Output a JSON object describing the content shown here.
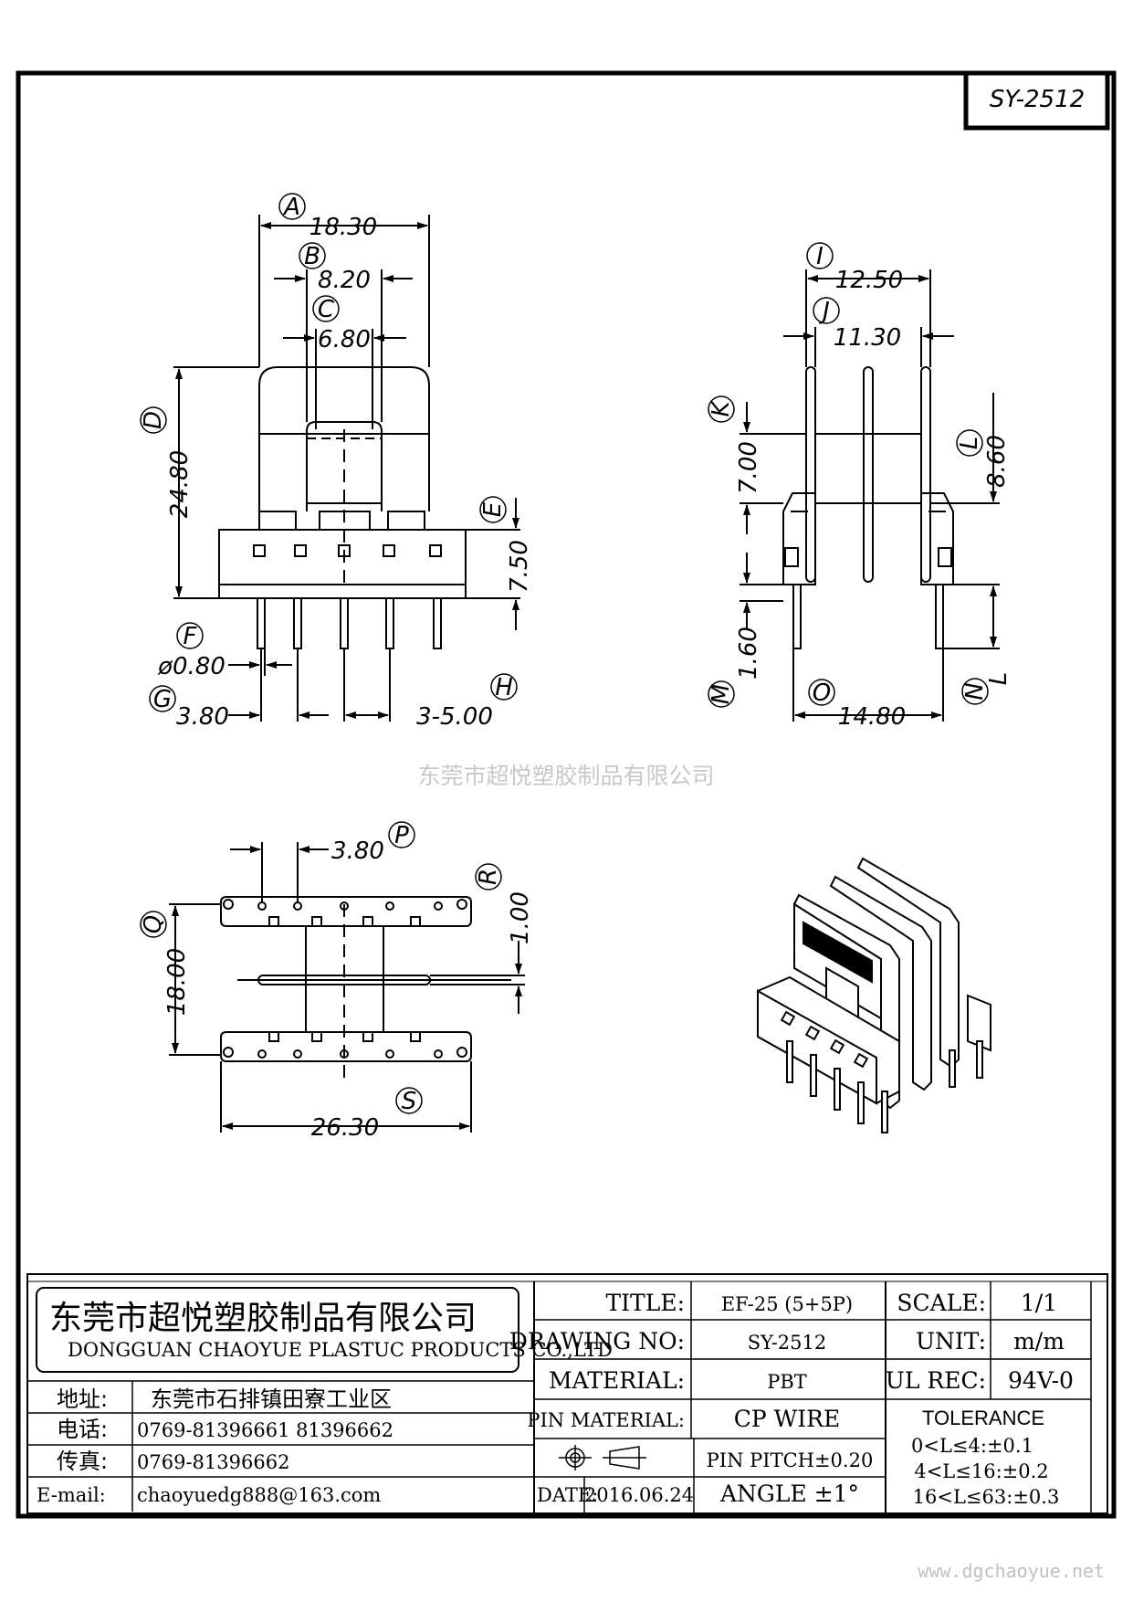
{
  "drawing_number_box": "SY-2512",
  "watermark": "东莞市超悦塑胶制品有限公司",
  "footer_url": "www.dgchaoyue.net",
  "front_view": {
    "A": {
      "letter": "A",
      "value": "18.30"
    },
    "B": {
      "letter": "B",
      "value": "8.20"
    },
    "C": {
      "letter": "C",
      "value": "6.80"
    },
    "D": {
      "letter": "D",
      "value": "24.80"
    },
    "E": {
      "letter": "E",
      "value": "7.50"
    },
    "F": {
      "letter": "F",
      "value": "ø0.80"
    },
    "G": {
      "letter": "G",
      "value": "3.80"
    },
    "H": {
      "letter": "H",
      "value": "3-5.00"
    }
  },
  "side_view": {
    "I": {
      "letter": "I",
      "value": "12.50"
    },
    "J": {
      "letter": "J",
      "value": "11.30"
    },
    "K": {
      "letter": "K",
      "value": "7.00"
    },
    "L": {
      "letter": "L",
      "value": "8.60"
    },
    "M": {
      "letter": "M",
      "value": "1.60"
    },
    "N": {
      "letter": "N",
      "value": "L"
    },
    "O": {
      "letter": "O",
      "value": "14.80"
    }
  },
  "bottom_view": {
    "P": {
      "letter": "P",
      "value": "3.80"
    },
    "Q": {
      "letter": "Q",
      "value": "18.00"
    },
    "R": {
      "letter": "R",
      "value": "1.00"
    },
    "S": {
      "letter": "S",
      "value": "26.30"
    }
  },
  "title_block": {
    "company_cn": "东莞市超悦塑胶制品有限公司",
    "company_en": "DONGGUAN CHAOYUE PLASTUC PRODUCTS CO.,LTD",
    "address_label": "地址:",
    "address": "东莞市石排镇田寮工业区",
    "phone_label": "电话:",
    "phone": "0769-81396661  81396662",
    "fax_label": "传真:",
    "fax": "0769-81396662",
    "email_label": "E-mail:",
    "email": "chaoyuedg888@163.com",
    "title_label": "TITLE:",
    "title": "EF-25 (5+5P)",
    "drawing_no_label": "DRAWING NO:",
    "drawing_no": "SY-2512",
    "material_label": "MATERIAL:",
    "material": "PBT",
    "pin_material_label": "PIN MATERIAL:",
    "pin_material": "CP WIRE",
    "pin_pitch": "PIN PITCH±0.20",
    "date_label": "DATE:",
    "date": "2016.06.24",
    "angle": "ANGLE  ±1°",
    "scale_label": "SCALE:",
    "scale": "1/1",
    "unit_label": "UNIT:",
    "unit": "m/m",
    "ul_label": "UL REC:",
    "ul": "94V-0",
    "tolerance_label": "TOLERANCE",
    "tolerance_rows": [
      "0<L≤4:±0.1",
      "4<L≤16:±0.2",
      "16<L≤63:±0.3"
    ]
  }
}
